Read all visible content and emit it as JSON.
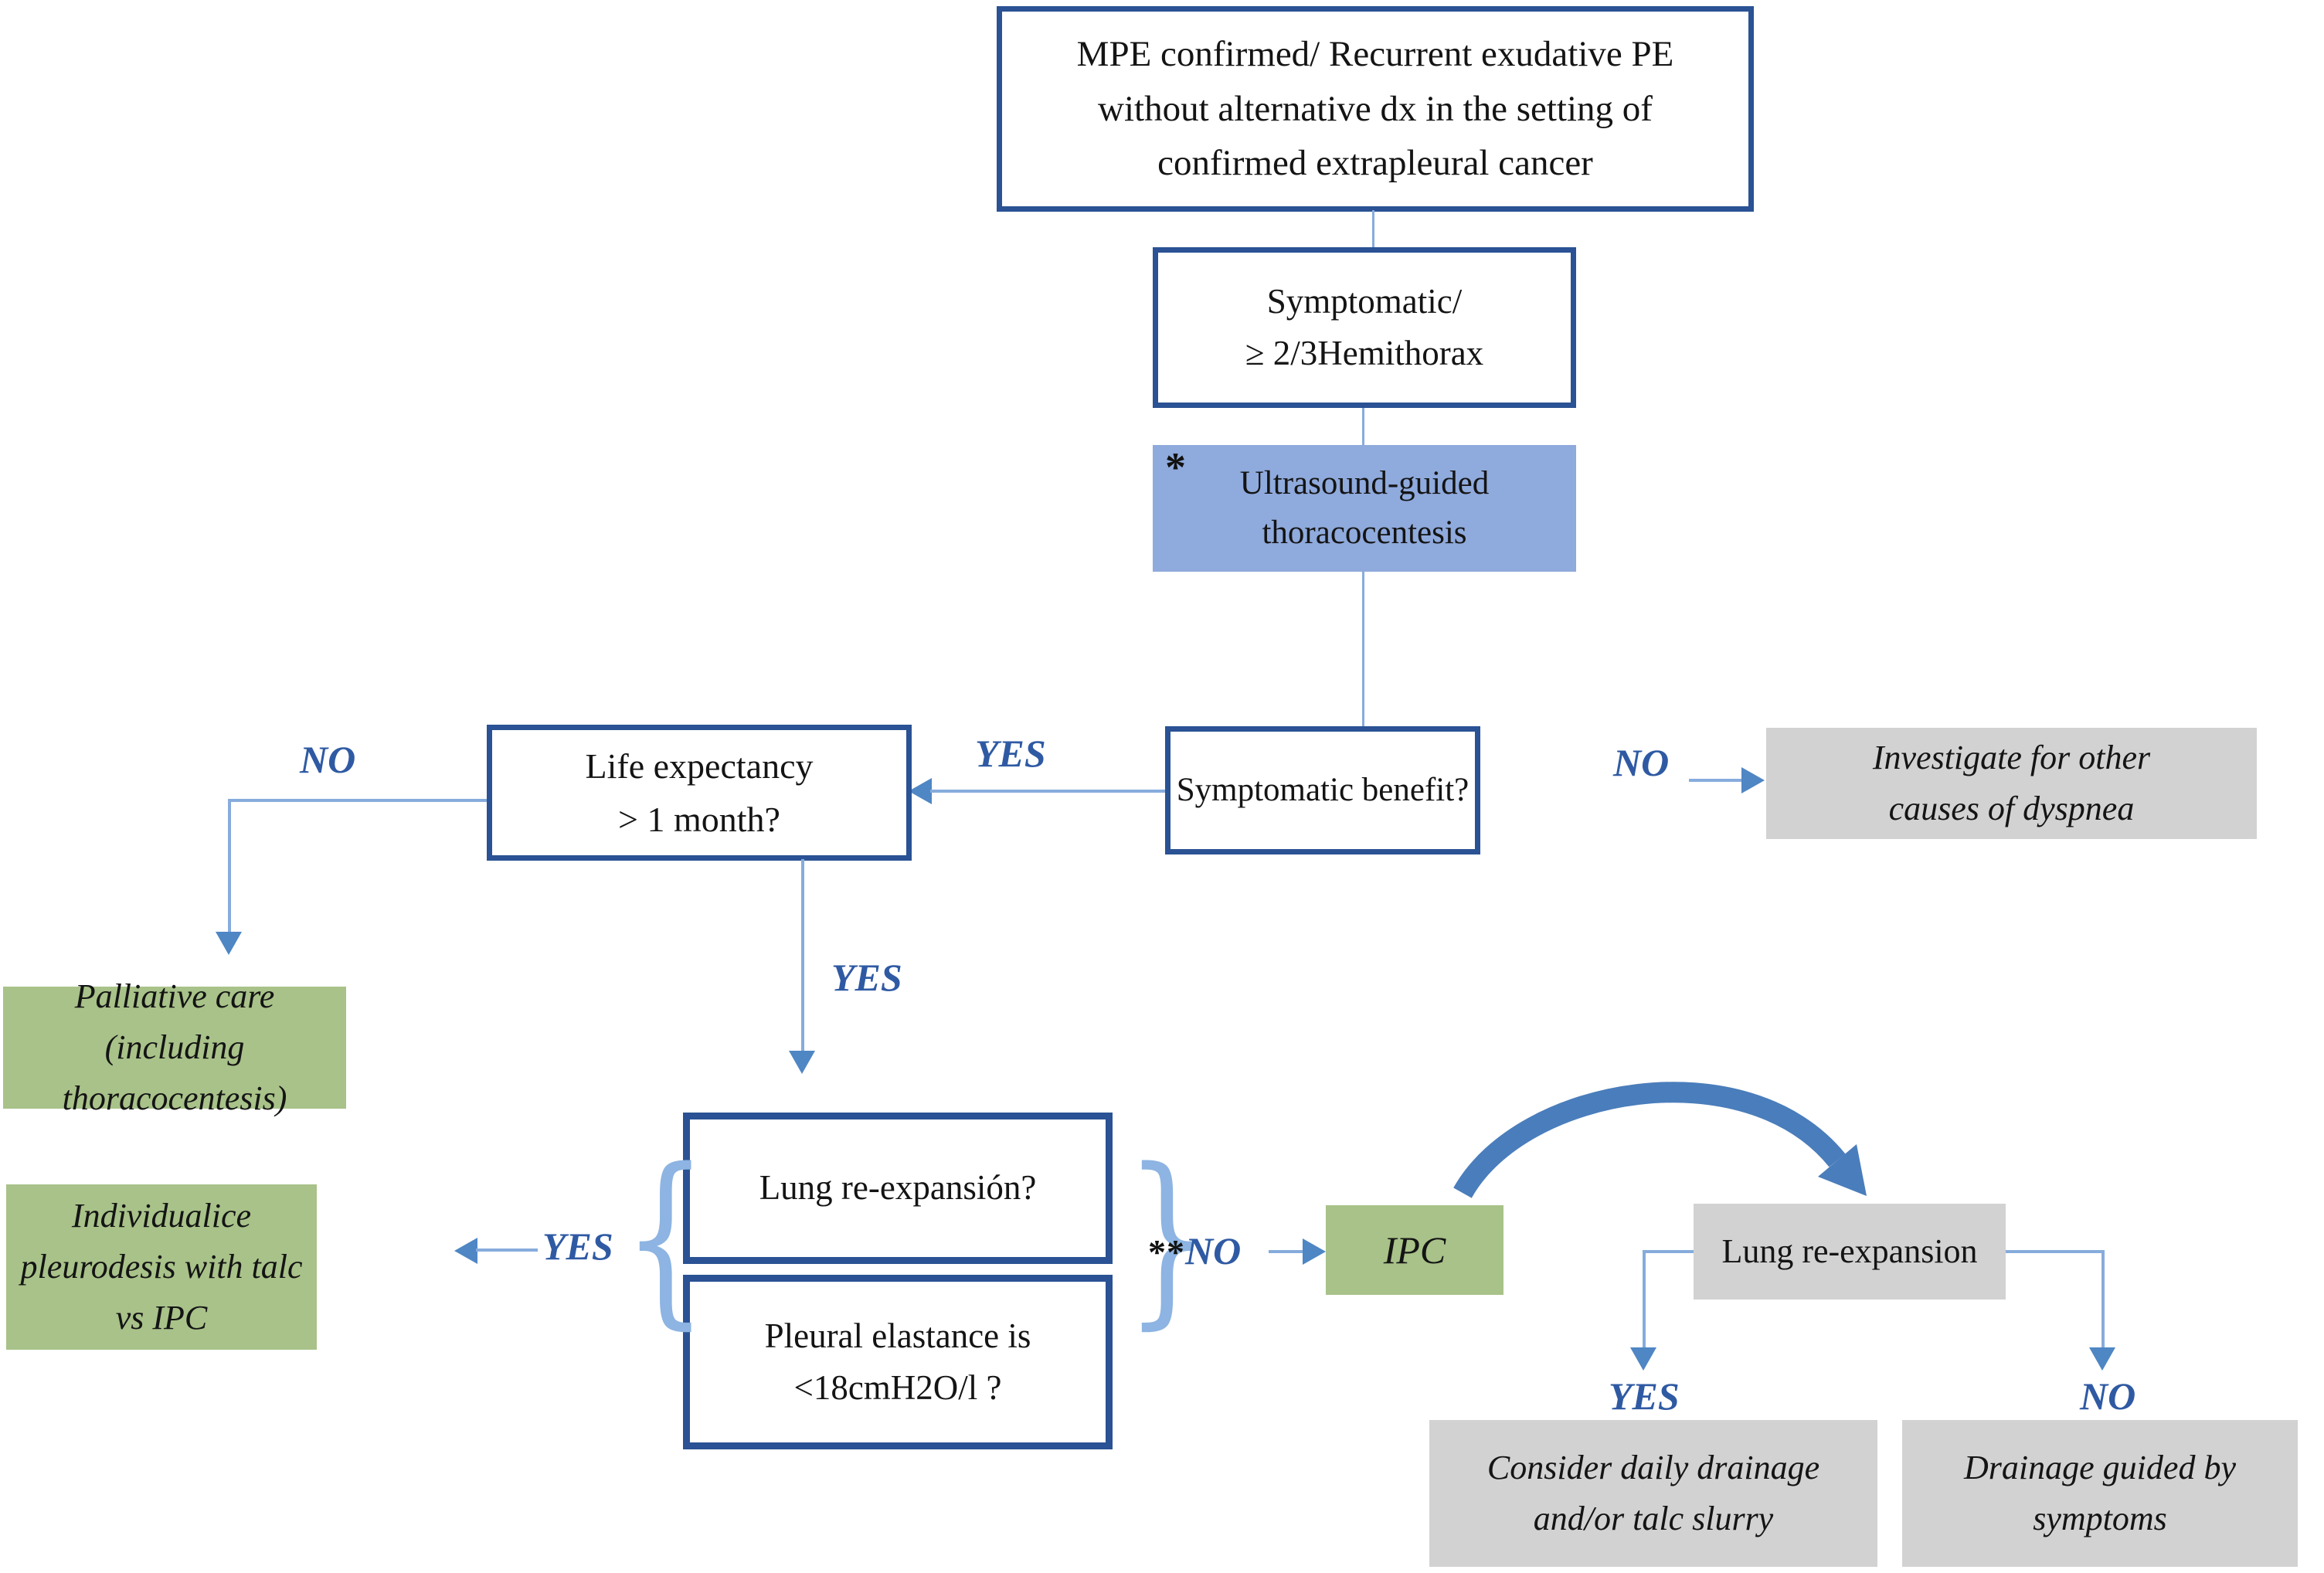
{
  "title": "MPE management flowchart",
  "colors": {
    "box_border_navy": "#2a5294",
    "connector_blue": "#86acdc",
    "arrowhead_blue": "#4f86c4",
    "label_blue": "#2f5aa3",
    "fill_light_blue": "#8faadc",
    "fill_green": "#a8c289",
    "fill_gray": "#d2d2d2",
    "curved_arrow_blue": "#4a7dbb",
    "text_black": "#141414"
  },
  "nodes": {
    "mpe": {
      "text": "MPE confirmed/ Recurrent exudative PE\nwithout alternative dx in the setting of\nconfirmed extrapleural cancer"
    },
    "symptomatic_hemithorax": {
      "text": "Symptomatic/\n≥ 2/3Hemithorax"
    },
    "ultrasound": {
      "asterisk": "*",
      "text": "Ultrasound-guided\nthoracocentesis"
    },
    "symptomatic_benefit": {
      "text": "Symptomatic benefit?"
    },
    "investigate": {
      "text": "Investigate for other\ncauses of dyspnea"
    },
    "life_expectancy": {
      "text": "Life expectancy\n> 1 month?"
    },
    "palliative": {
      "text": "Palliative care (including\nthoracocentesis)"
    },
    "lung_reexpansion_q": {
      "text": "Lung re-expansión?"
    },
    "pleural_elastance": {
      "text": "Pleural elastance is\n<18cmH2O/l ?"
    },
    "individualice": {
      "text": "Individualice\npleurodesis with talc\nvs IPC"
    },
    "ipc": {
      "text": "IPC"
    },
    "lung_reexpansion": {
      "text": "Lung re-expansion"
    },
    "consider_drainage": {
      "text": "Consider daily drainage\nand/or talc slurry"
    },
    "drainage_symptoms": {
      "text": "Drainage guided by\nsymptoms"
    }
  },
  "labels": {
    "no_investigate": "NO",
    "yes_life": "YES",
    "no_palliative": "NO",
    "yes_lung": "YES",
    "yes_pleurodesis": "YES",
    "no_ipc_prefix": "**",
    "no_ipc": "NO",
    "yes_daily_drainage": "YES",
    "no_drainage_symptoms": "NO"
  },
  "glyphs": {
    "brace_left": "{",
    "brace_right": "}"
  }
}
